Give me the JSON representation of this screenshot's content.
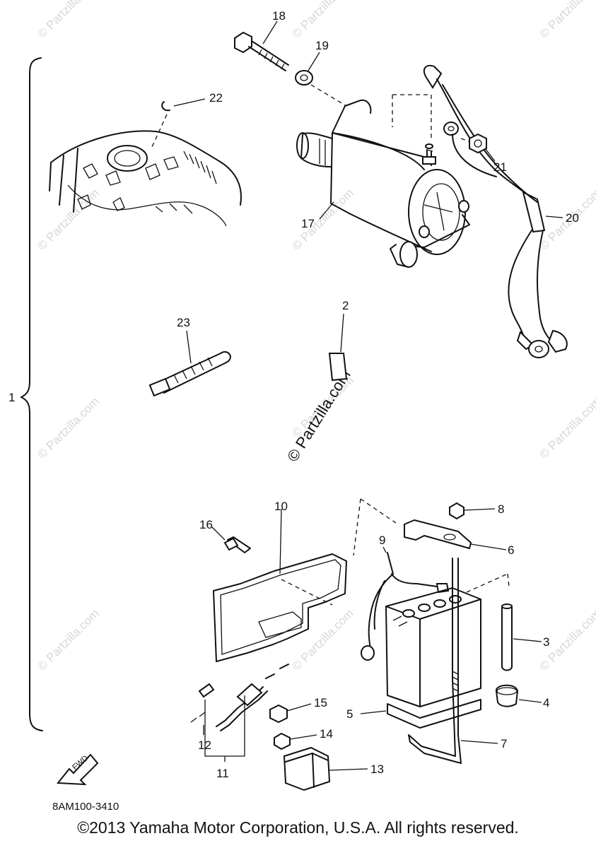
{
  "diagram": {
    "callouts": {
      "c1": "1",
      "c2": "2",
      "c3": "3",
      "c4": "4",
      "c5": "5",
      "c6": "6",
      "c7": "7",
      "c8": "8",
      "c9": "9",
      "c10": "10",
      "c11": "11",
      "c12": "12",
      "c13": "13",
      "c14": "14",
      "c15": "15",
      "c16": "16",
      "c17": "17",
      "c18": "18",
      "c19": "19",
      "c20": "20",
      "c21": "21",
      "c22": "22",
      "c23": "23"
    },
    "fwd_label": "FWD",
    "part_code": "8AM100-3410",
    "watermark_center": "© Partzilla.com",
    "watermark_small": "© Partzilla.com"
  },
  "footer": {
    "copyright": "©2013 Yamaha Motor Corporation, U.S.A. All rights reserved."
  }
}
